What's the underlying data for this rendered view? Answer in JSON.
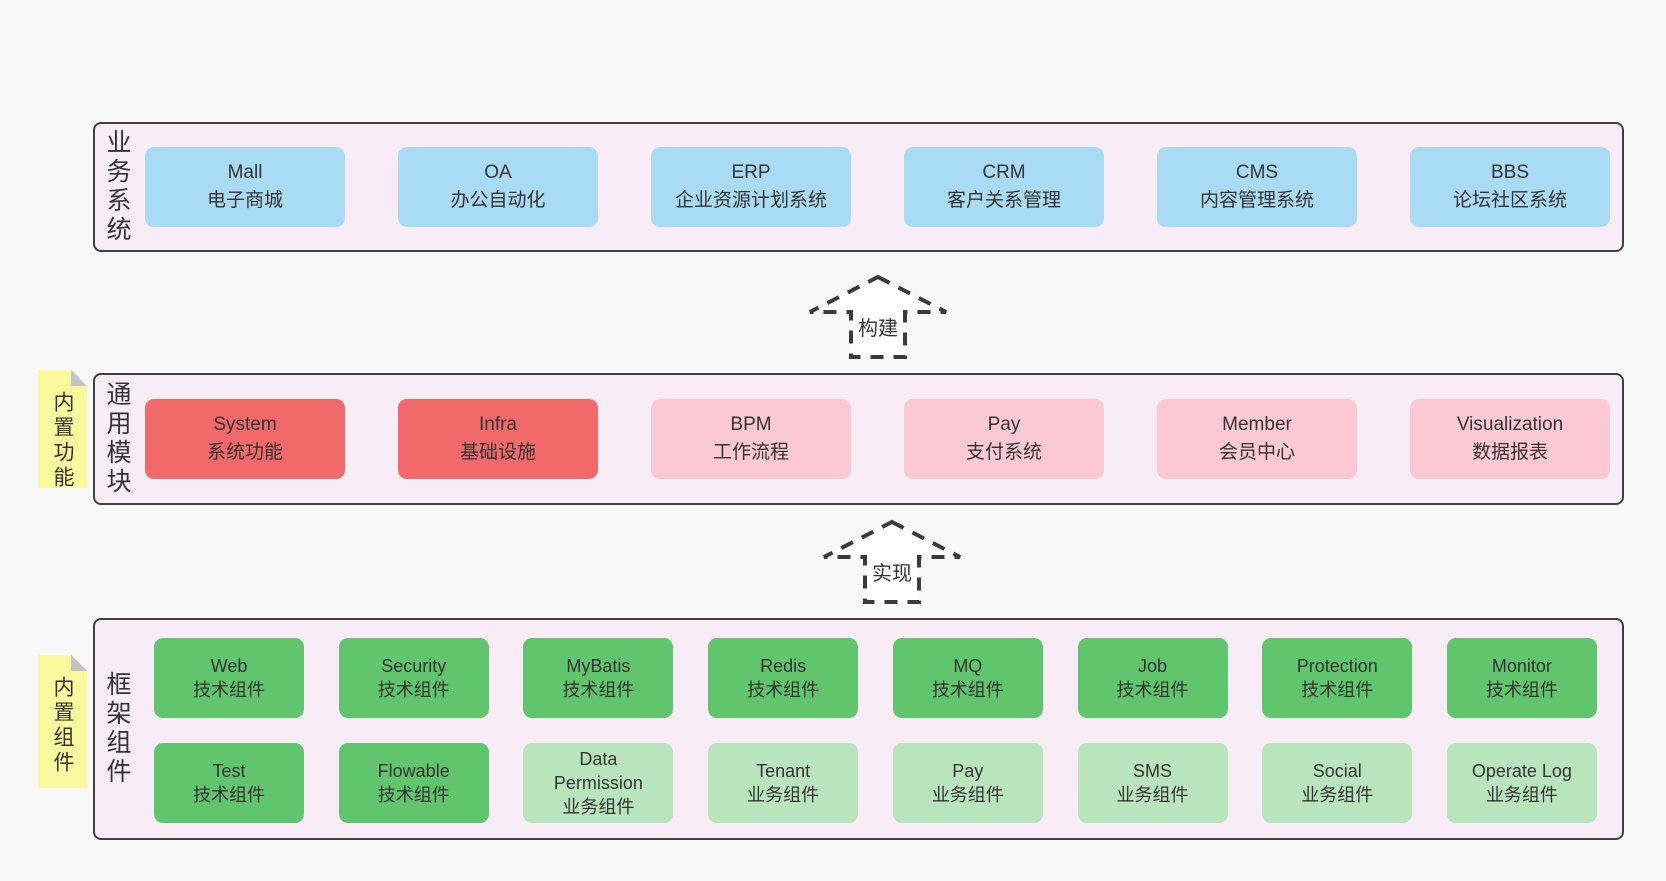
{
  "colors": {
    "page_bg": "#f8f8f8",
    "band_bg": "#f8edf6",
    "band_border": "#404040",
    "blue": "#aadbf4",
    "red": "#f2696b",
    "pink": "#fbc8d3",
    "green": "#60c56c",
    "light_green": "#b8e5bc",
    "sticky_yellow": "#fbf99d",
    "text": "#333333"
  },
  "bands": [
    {
      "label": "业务系统",
      "boxes": [
        {
          "en": "Mall",
          "zh": "电子商城"
        },
        {
          "en": "OA",
          "zh": "办公自动化"
        },
        {
          "en": "ERP",
          "zh": "企业资源计划系统"
        },
        {
          "en": "CRM",
          "zh": "客户关系管理"
        },
        {
          "en": "CMS",
          "zh": "内容管理系统"
        },
        {
          "en": "BBS",
          "zh": "论坛社区系统"
        }
      ]
    },
    {
      "label": "通用模块",
      "sticky": "内置功能",
      "boxes": [
        {
          "en": "System",
          "zh": "系统功能"
        },
        {
          "en": "Infra",
          "zh": "基础设施"
        },
        {
          "en": "BPM",
          "zh": "工作流程"
        },
        {
          "en": "Pay",
          "zh": "支付系统"
        },
        {
          "en": "Member",
          "zh": "会员中心"
        },
        {
          "en": "Visualization",
          "zh": "数据报表"
        }
      ]
    },
    {
      "label": "框架组件",
      "sticky": "内置组件",
      "row1": [
        {
          "en": "Web",
          "zh": "技术组件"
        },
        {
          "en": "Security",
          "zh": "技术组件"
        },
        {
          "en": "MyBatis",
          "zh": "技术组件"
        },
        {
          "en": "Redis",
          "zh": "技术组件"
        },
        {
          "en": "MQ",
          "zh": "技术组件"
        },
        {
          "en": "Job",
          "zh": "技术组件"
        },
        {
          "en": "Protection",
          "zh": "技术组件"
        },
        {
          "en": "Monitor",
          "zh": "技术组件"
        }
      ],
      "row2": [
        {
          "en": "Test",
          "zh": "技术组件"
        },
        {
          "en": "Flowable",
          "zh": "技术组件"
        },
        {
          "en": "Data Permission",
          "zh": "业务组件"
        },
        {
          "en": "Tenant",
          "zh": "业务组件"
        },
        {
          "en": "Pay",
          "zh": "业务组件"
        },
        {
          "en": "SMS",
          "zh": "业务组件"
        },
        {
          "en": "Social",
          "zh": "业务组件"
        },
        {
          "en": "Operate Log",
          "zh": "业务组件"
        }
      ]
    }
  ],
  "arrows": [
    {
      "label": "构建"
    },
    {
      "label": "实现"
    }
  ]
}
